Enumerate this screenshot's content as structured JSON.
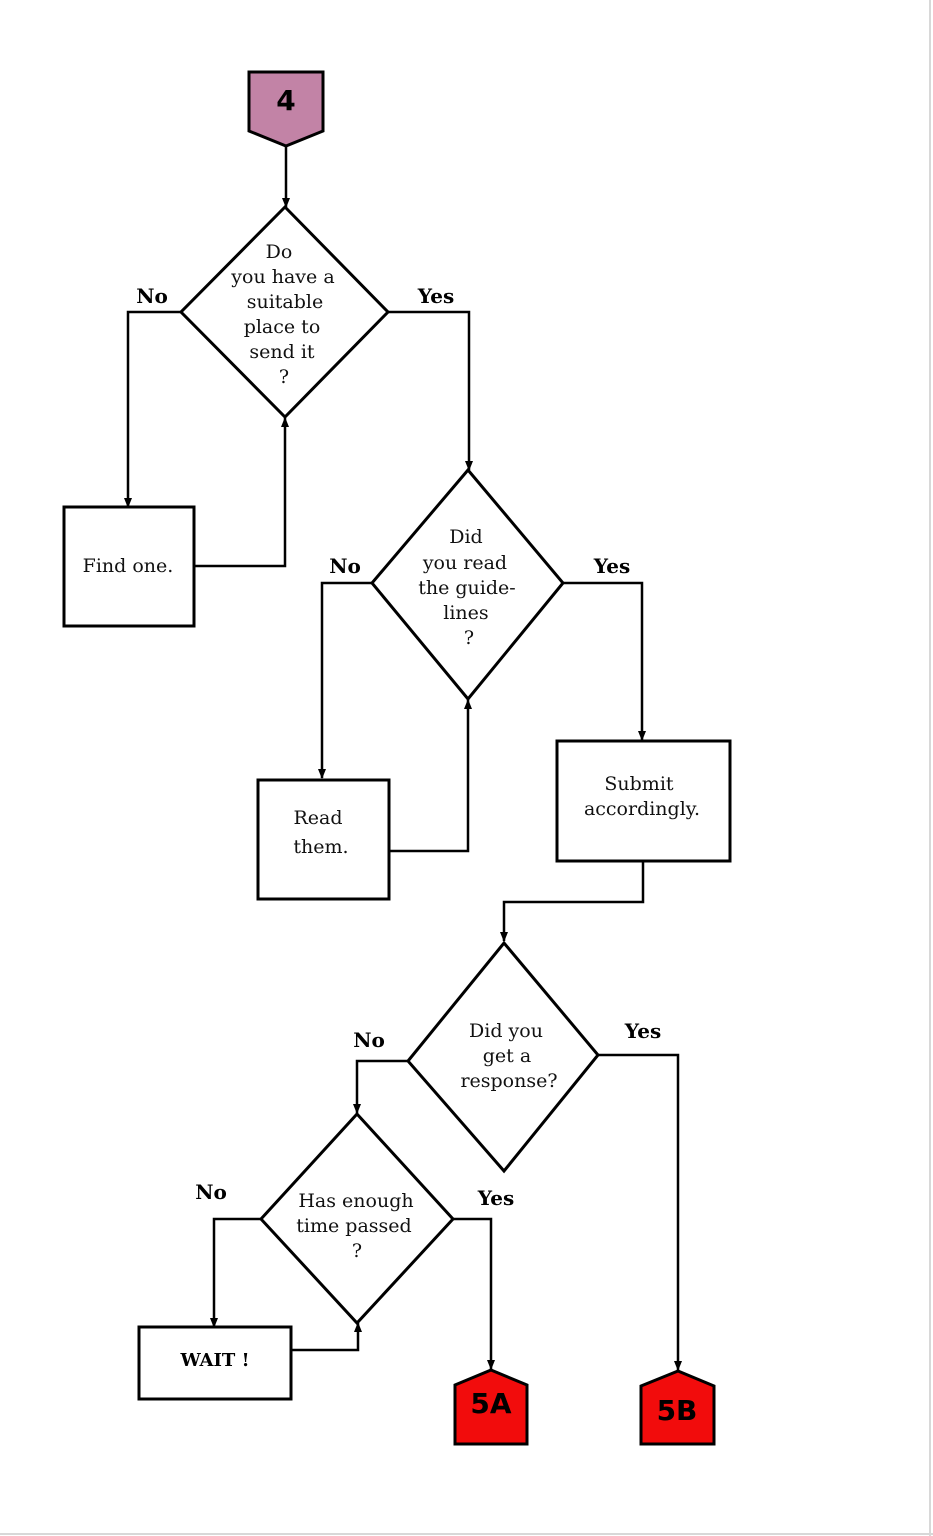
{
  "diagram": {
    "colors": {
      "connector_start": "#c283a6",
      "connector_end": "#f20c0c",
      "stroke": "#000000",
      "fill": "#ffffff"
    },
    "connectors": {
      "start": "4",
      "end_a": "5A",
      "end_b": "5B"
    },
    "decisions": {
      "suitable_place": {
        "lines": [
          "Do",
          "you have a",
          "suitable",
          "place to",
          "send it",
          "?"
        ]
      },
      "read_guidelines": {
        "lines": [
          "Did",
          "you read",
          "the guide-",
          "lines",
          "?"
        ]
      },
      "got_response": {
        "lines": [
          "Did  you",
          "get a",
          "response?"
        ]
      },
      "enough_time": {
        "lines": [
          "Has enough",
          "time passed",
          "?"
        ]
      }
    },
    "processes": {
      "find_one": "Find one.",
      "read_them": [
        "Read",
        "them."
      ],
      "submit": [
        "Submit",
        "accordingly."
      ],
      "wait": "WAIT !"
    },
    "edge_labels": {
      "q1_no": "No",
      "q1_yes": "Yes",
      "q2_no": "No",
      "q2_yes": "Yes",
      "q3_no": "No",
      "q3_yes": "Yes",
      "q4_no": "No",
      "q4_yes": "Yes"
    }
  }
}
